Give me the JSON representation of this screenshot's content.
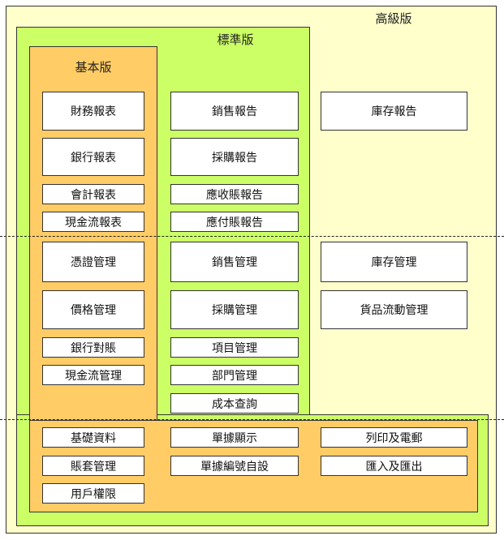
{
  "tiers": {
    "advanced": "高級版",
    "standard": "標準版",
    "basic": "基本版"
  },
  "modules": {
    "basic_col": [
      "財務報表",
      "銀行報表",
      "會計報表",
      "現金流報表",
      "憑證管理",
      "價格管理",
      "銀行對賬",
      "現金流管理"
    ],
    "standard_col": [
      "銷售報告",
      "採購報告",
      "應收賬報告",
      "應付賬報告",
      "銷售管理",
      "採購管理",
      "項目管理",
      "部門管理",
      "成本查詢"
    ],
    "advanced_col": [
      "庫存報告",
      "庫存管理",
      "貨品流動管理"
    ],
    "common_row1": [
      "基礎資料",
      "單據顯示",
      "列印及電郵"
    ],
    "common_row2": [
      "賬套管理",
      "單據編號自設",
      "匯入及匯出"
    ],
    "common_row3": [
      "用戶權限"
    ]
  },
  "colors": {
    "advanced_bg": "#ffffcc",
    "standard_bg": "#ccff66",
    "basic_bg": "#ffcc66"
  }
}
